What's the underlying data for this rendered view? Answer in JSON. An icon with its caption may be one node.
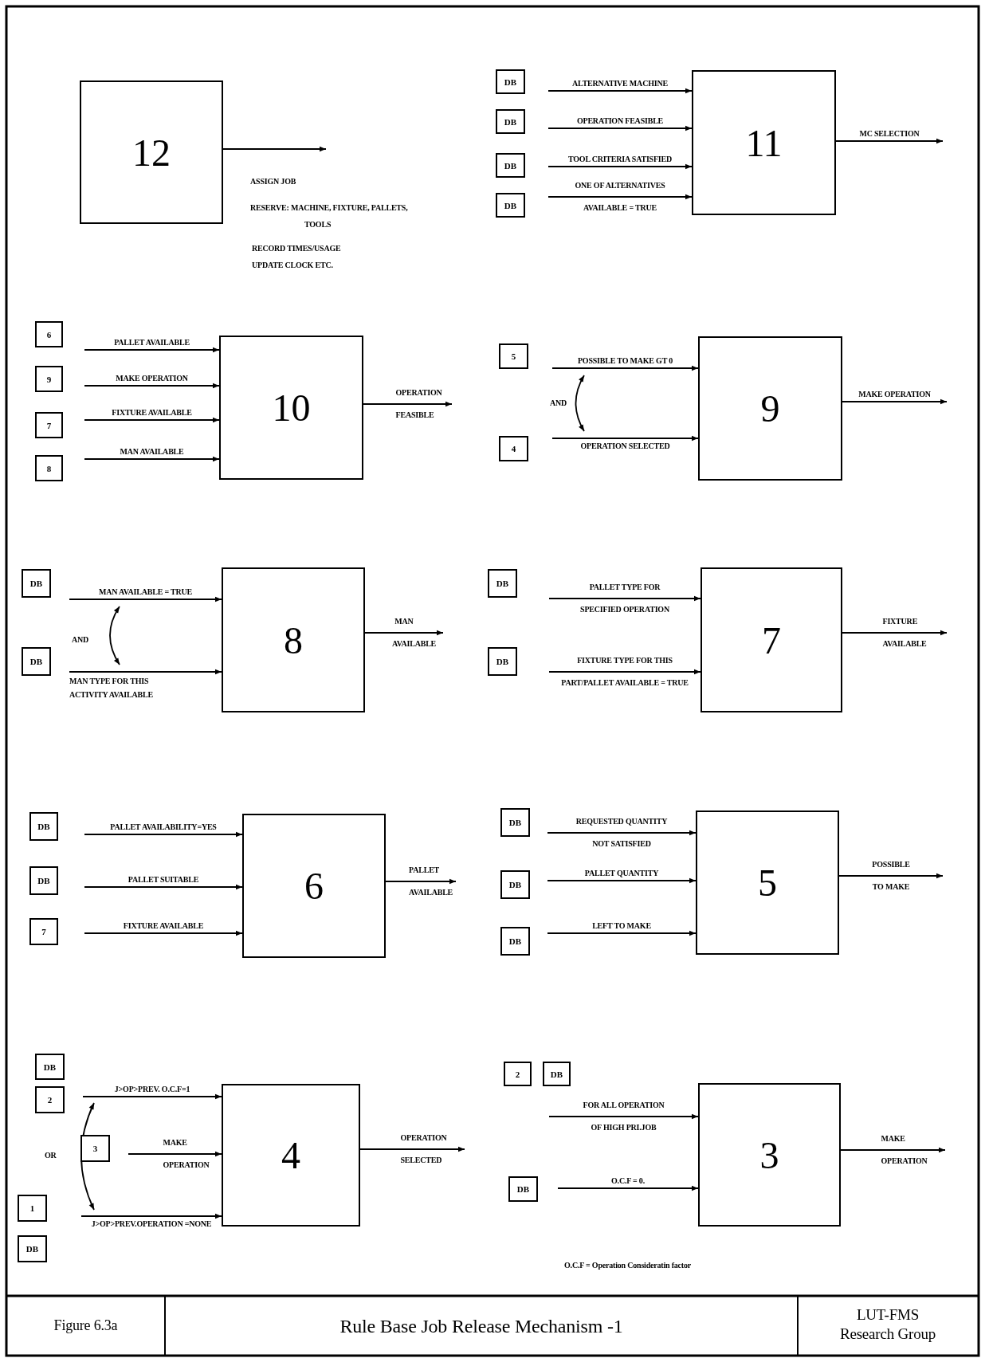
{
  "diagram": {
    "title": "Rule Base Job Release Mechanism -1",
    "nodes": [
      {
        "text": [
          "12"
        ]
      },
      {
        "text": [
          "DB"
        ]
      },
      {
        "text": [
          "DB"
        ]
      },
      {
        "text": [
          "DB"
        ]
      },
      {
        "text": [
          "DB"
        ]
      },
      {
        "text": [
          "11"
        ]
      },
      {
        "text": [
          "6"
        ]
      },
      {
        "text": [
          "9"
        ]
      },
      {
        "text": [
          "7"
        ]
      },
      {
        "text": [
          "8"
        ]
      },
      {
        "text": [
          "10"
        ]
      },
      {
        "text": [
          "5"
        ]
      },
      {
        "text": [
          "4"
        ]
      },
      {
        "text": [
          "9"
        ]
      },
      {
        "text": [
          "DB"
        ]
      },
      {
        "text": [
          "DB"
        ]
      },
      {
        "text": [
          "8"
        ]
      },
      {
        "text": [
          "DB"
        ]
      },
      {
        "text": [
          "DB"
        ]
      },
      {
        "text": [
          "7"
        ]
      },
      {
        "text": [
          "DB"
        ]
      },
      {
        "text": [
          "DB"
        ]
      },
      {
        "text": [
          "7"
        ]
      },
      {
        "text": [
          "6"
        ]
      },
      {
        "text": [
          "DB"
        ]
      },
      {
        "text": [
          "DB"
        ]
      },
      {
        "text": [
          "DB"
        ]
      },
      {
        "text": [
          "5"
        ]
      },
      {
        "text": [
          "DB"
        ]
      },
      {
        "text": [
          "2"
        ]
      },
      {
        "text": [
          "3"
        ]
      },
      {
        "text": [
          "1"
        ]
      },
      {
        "text": [
          "DB"
        ]
      },
      {
        "text": [
          "4"
        ]
      },
      {
        "text": [
          "2"
        ]
      },
      {
        "text": [
          "DB"
        ]
      },
      {
        "text": [
          "DB"
        ]
      },
      {
        "text": [
          "3"
        ]
      }
    ],
    "edges": [
      {
        "from": 0,
        "to": null,
        "arrow": "to"
      },
      {
        "from": null,
        "to": 5,
        "arrow": "to",
        "label": "ALTERNATIVE MACHINE"
      },
      {
        "from": null,
        "to": 5,
        "arrow": "to",
        "label": "OPERATION FEASIBLE"
      },
      {
        "from": null,
        "to": 5,
        "arrow": "to",
        "label": "TOOL CRITERIA SATISFIED"
      },
      {
        "from": null,
        "to": 5,
        "arrow": "to",
        "label": "ONE OF ALTERNATIVES AVAILABLE = TRUE"
      },
      {
        "from": 5,
        "to": null,
        "arrow": "to",
        "label": "MC SELECTION"
      },
      {
        "from": null,
        "to": 10,
        "arrow": "to",
        "label": "PALLET AVAILABLE"
      },
      {
        "from": null,
        "to": 10,
        "arrow": "to",
        "label": "MAKE OPERATION"
      },
      {
        "from": null,
        "to": 10,
        "arrow": "to",
        "label": "FIXTURE AVAILABLE"
      },
      {
        "from": null,
        "to": 10,
        "arrow": "to",
        "label": "MAN AVAILABLE"
      },
      {
        "from": 10,
        "to": null,
        "arrow": "to",
        "label": "OPERATION FEASIBLE"
      },
      {
        "from": null,
        "to": 13,
        "arrow": "to",
        "label": "POSSIBLE TO MAKE GT 0"
      },
      {
        "from": null,
        "to": 13,
        "arrow": "to",
        "label": "OPERATION SELECTED"
      },
      {
        "from": 13,
        "to": null,
        "arrow": "to",
        "label": "MAKE OPERATION"
      },
      {
        "from": null,
        "to": 16,
        "arrow": "to",
        "label": "MAN AVAILABLE = TRUE"
      },
      {
        "from": null,
        "to": 16,
        "arrow": "to",
        "label": "MAN TYPE FOR THIS ACTIVITY AVAILABLE"
      },
      {
        "from": 16,
        "to": null,
        "arrow": "to",
        "label": "MAN AVAILABLE"
      },
      {
        "from": null,
        "to": 19,
        "arrow": "to",
        "label": "PALLET TYPE FOR SPECIFIED OPERATION"
      },
      {
        "from": null,
        "to": 19,
        "arrow": "to",
        "label": "FIXTURE TYPE FOR THIS PART/PALLET AVAILABLE = TRUE"
      },
      {
        "from": 19,
        "to": null,
        "arrow": "to",
        "label": "FIXTURE AVAILABLE"
      },
      {
        "from": null,
        "to": 23,
        "arrow": "to",
        "label": "PALLET AVAILABILITY=YES"
      },
      {
        "from": null,
        "to": 23,
        "arrow": "to",
        "label": "PALLET SUITABLE"
      },
      {
        "from": null,
        "to": 23,
        "arrow": "to",
        "label": "FIXTURE AVAILABLE"
      },
      {
        "from": 23,
        "to": null,
        "arrow": "to",
        "label": "PALLET AVAILABLE"
      },
      {
        "from": null,
        "to": 27,
        "arrow": "to",
        "label": "REQUESTED QUANTITY NOT SATISFIED"
      },
      {
        "from": null,
        "to": 27,
        "arrow": "to",
        "label": "PALLET QUANTITY"
      },
      {
        "from": null,
        "to": 27,
        "arrow": "to",
        "label": "LEFT TO MAKE"
      },
      {
        "from": 27,
        "to": null,
        "arrow": "to",
        "label": "POSSIBLE TO MAKE"
      },
      {
        "from": null,
        "to": 33,
        "arrow": "to",
        "label": "J>OP>PREV. O.C.F=1"
      },
      {
        "from": null,
        "to": 33,
        "arrow": "to",
        "label": "MAKE OPERATION"
      },
      {
        "from": null,
        "to": 33,
        "arrow": "to",
        "label": "J>OP>PREV.OPERATION =NONE"
      },
      {
        "from": 33,
        "to": null,
        "arrow": "to",
        "label": "OPERATION SELECTED"
      },
      {
        "from": null,
        "to": 37,
        "arrow": "to",
        "label": "FOR ALL OPERATION OF HIGH PRI.JOB"
      },
      {
        "from": null,
        "to": 37,
        "arrow": "to",
        "label": "O.C.F = 0."
      },
      {
        "from": 37,
        "to": null,
        "arrow": "to",
        "label": "MAKE OPERATION"
      }
    ],
    "labels": [
      "ASSIGN JOB",
      "RESERVE: MACHINE, FIXTURE, PALLETS, TOOLS",
      "RECORD TIMES/USAGE",
      "UPDATE CLOCK ETC.",
      "AND",
      "AND",
      "OR",
      "O.C.F = Operation Consideratin factor",
      "Figure 6.3a",
      "LUT-FMS Research Group"
    ]
  }
}
